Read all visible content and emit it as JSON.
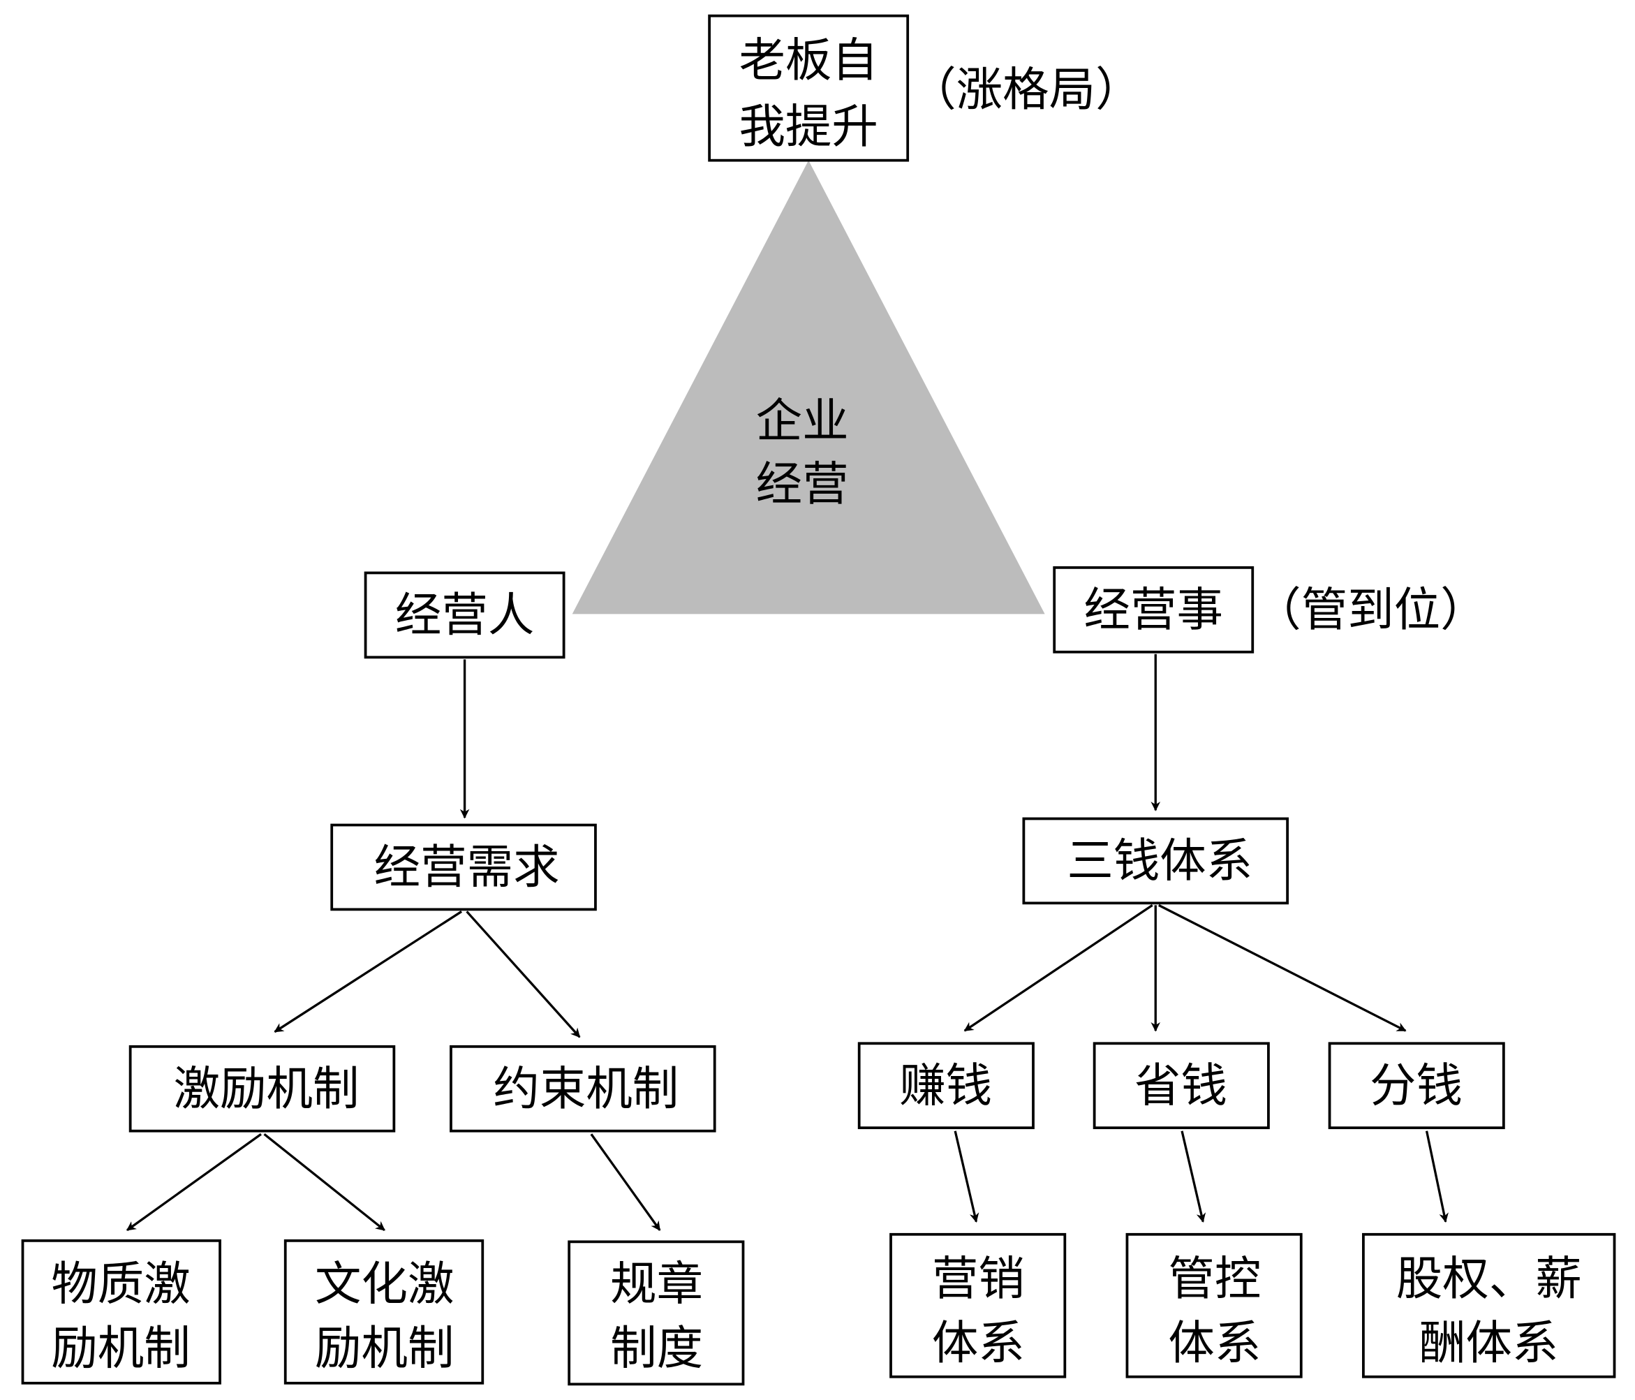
{
  "diagram": {
    "center": {
      "lines": [
        "企业",
        "经营"
      ]
    },
    "top": {
      "lines": [
        "老板自",
        "我提升"
      ],
      "note": "（涨格局）"
    },
    "left_root": {
      "lines": [
        "经营人"
      ]
    },
    "right_root": {
      "lines": [
        "经营事"
      ],
      "note": "（管到位）"
    },
    "nodes": {
      "jingying_xuqiu": {
        "lines": [
          "经营需求"
        ]
      },
      "jili_jizhi": {
        "lines": [
          "激励机制"
        ]
      },
      "yueshu_jizhi": {
        "lines": [
          "约束机制"
        ]
      },
      "wuzhi": {
        "lines": [
          "物质激",
          "励机制"
        ]
      },
      "wenhua": {
        "lines": [
          "文化激",
          "励机制"
        ]
      },
      "guizhang": {
        "lines": [
          "规章",
          "制度"
        ]
      },
      "sanqian": {
        "lines": [
          "三钱体系"
        ]
      },
      "zhuanqian": {
        "lines": [
          "赚钱"
        ]
      },
      "shengqian": {
        "lines": [
          "省钱"
        ]
      },
      "fenqian": {
        "lines": [
          "分钱"
        ]
      },
      "yingxiao": {
        "lines": [
          "营销",
          "体系"
        ]
      },
      "guankong": {
        "lines": [
          "管控",
          "体系"
        ]
      },
      "guquan": {
        "lines": [
          "股权、薪",
          "酬体系"
        ]
      }
    }
  }
}
